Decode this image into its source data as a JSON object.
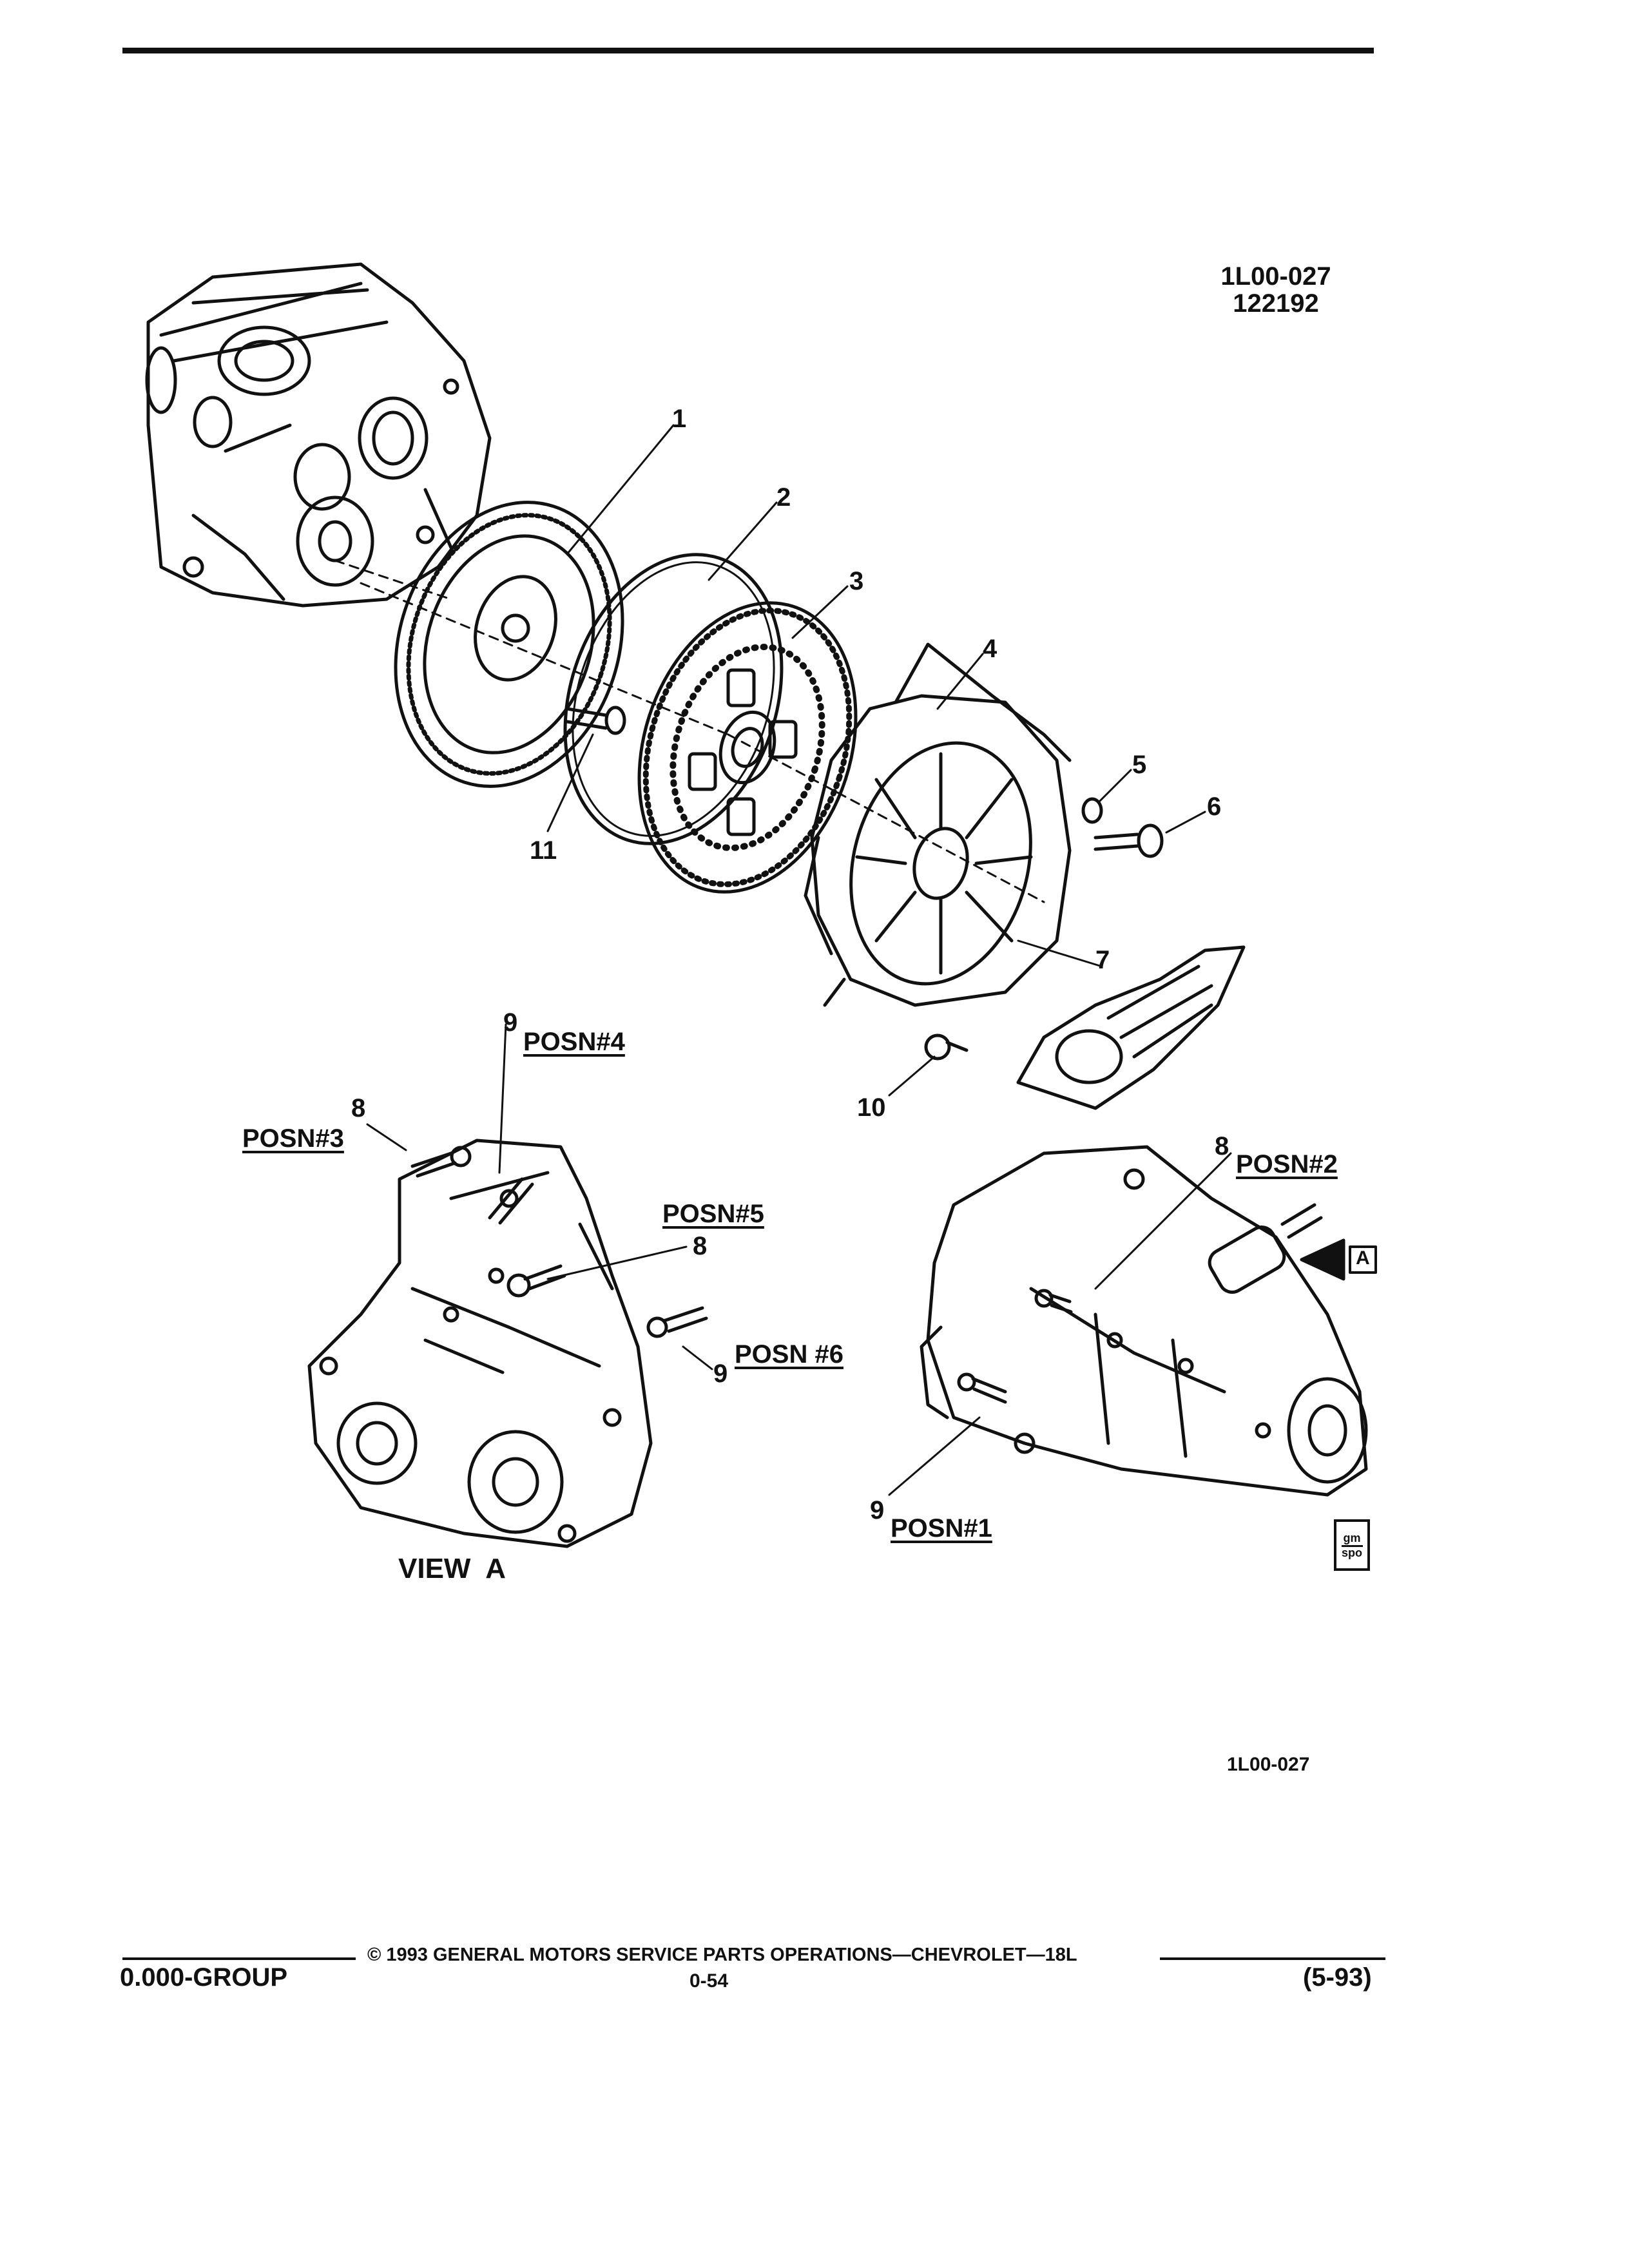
{
  "header": {
    "code_line1": "1L00-027",
    "code_line2": "122192"
  },
  "callouts": {
    "c1": "1",
    "c2": "2",
    "c3": "3",
    "c4": "4",
    "c5": "5",
    "c6": "6",
    "c7": "7",
    "c10": "10",
    "c11": "11",
    "c9_posn4": "9",
    "c8_posn3": "8",
    "c8_posn5": "8",
    "c9_posn6": "9",
    "c8_posn2": "8",
    "c9_posn1": "9"
  },
  "positions": {
    "posn4": "POSN#4",
    "posn3": "POSN#3",
    "posn5": "POSN#5",
    "posn6": "POSN #6",
    "posn2": "POSN#2",
    "posn1": "POSN#1"
  },
  "view_label": "VIEW  A",
  "view_arrow_letter": "A",
  "figure_id": "1L00-027",
  "badge": {
    "top": "gm",
    "bottom": "spo"
  },
  "footer": {
    "copyright": "©  1993  GENERAL MOTORS SERVICE PARTS OPERATIONS—CHEVROLET—18L",
    "group": "0.000-GROUP",
    "page": "0-54",
    "date": "(5-93)"
  }
}
